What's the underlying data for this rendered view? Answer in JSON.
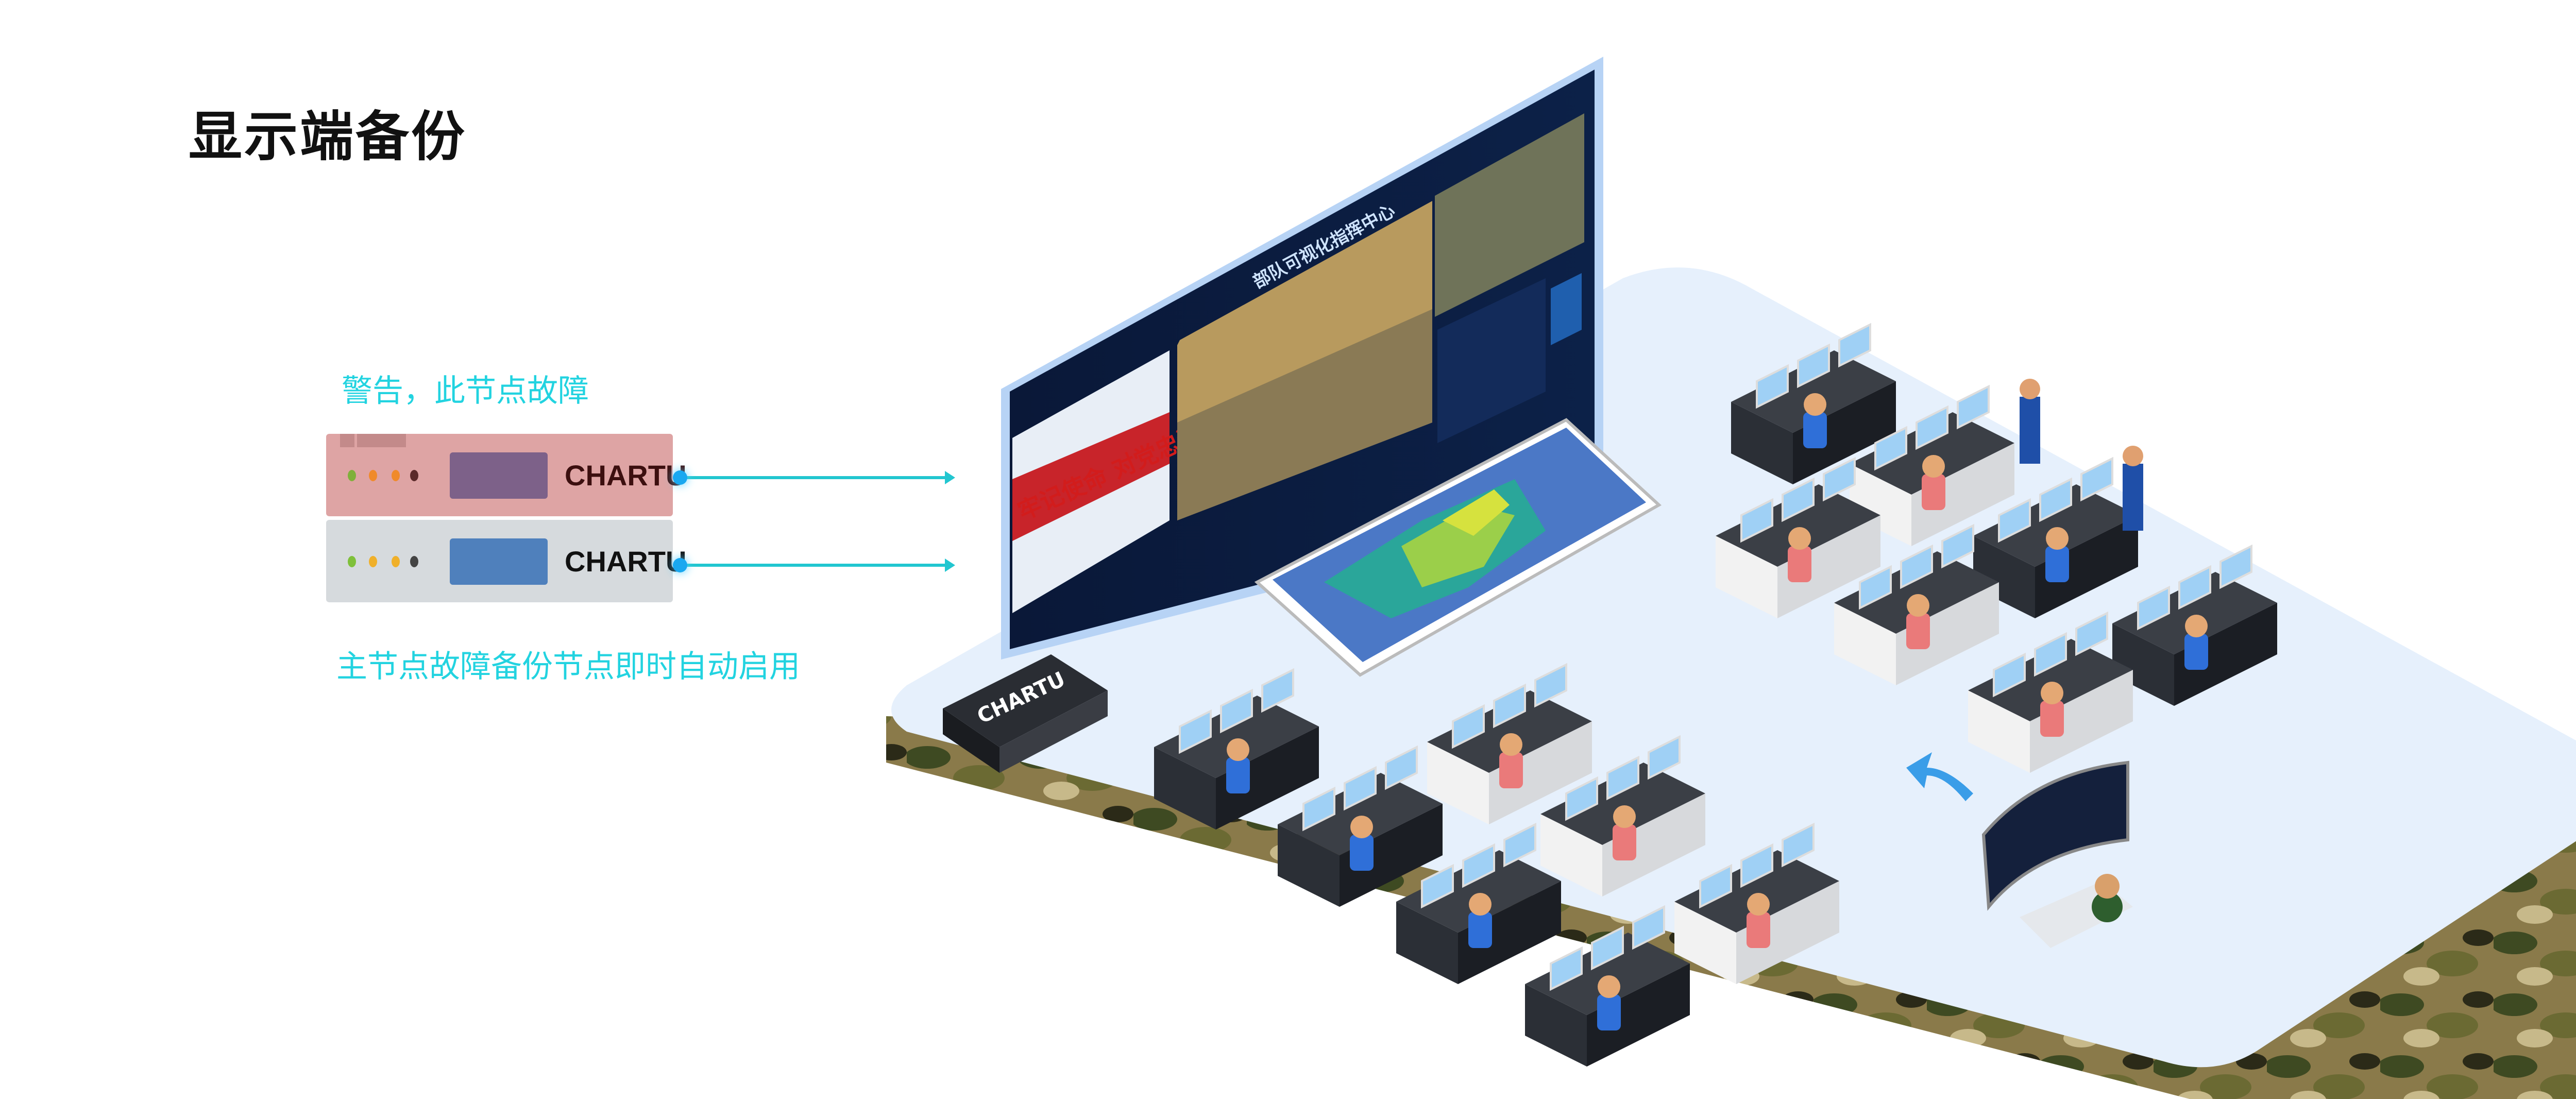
{
  "page_title": "显示端备份",
  "primary_node": {
    "caption": "警告，此节点故障",
    "brand": "CHARTU",
    "status": "fault",
    "color": "#dea4a4"
  },
  "backup_node": {
    "caption": "主节点故障备份节点即时自动启用",
    "brand": "CHARTU",
    "status": "active",
    "color": "#d6dadd"
  },
  "video_wall": {
    "title": "部队可视化指挥中心",
    "banner": "牢记使命 对党忠诚"
  },
  "floor_device": {
    "brand": "CHARTU"
  },
  "colors": {
    "accent": "#22d3e0",
    "floor": "#e6f0fc",
    "screen": "#0b1a3a"
  }
}
